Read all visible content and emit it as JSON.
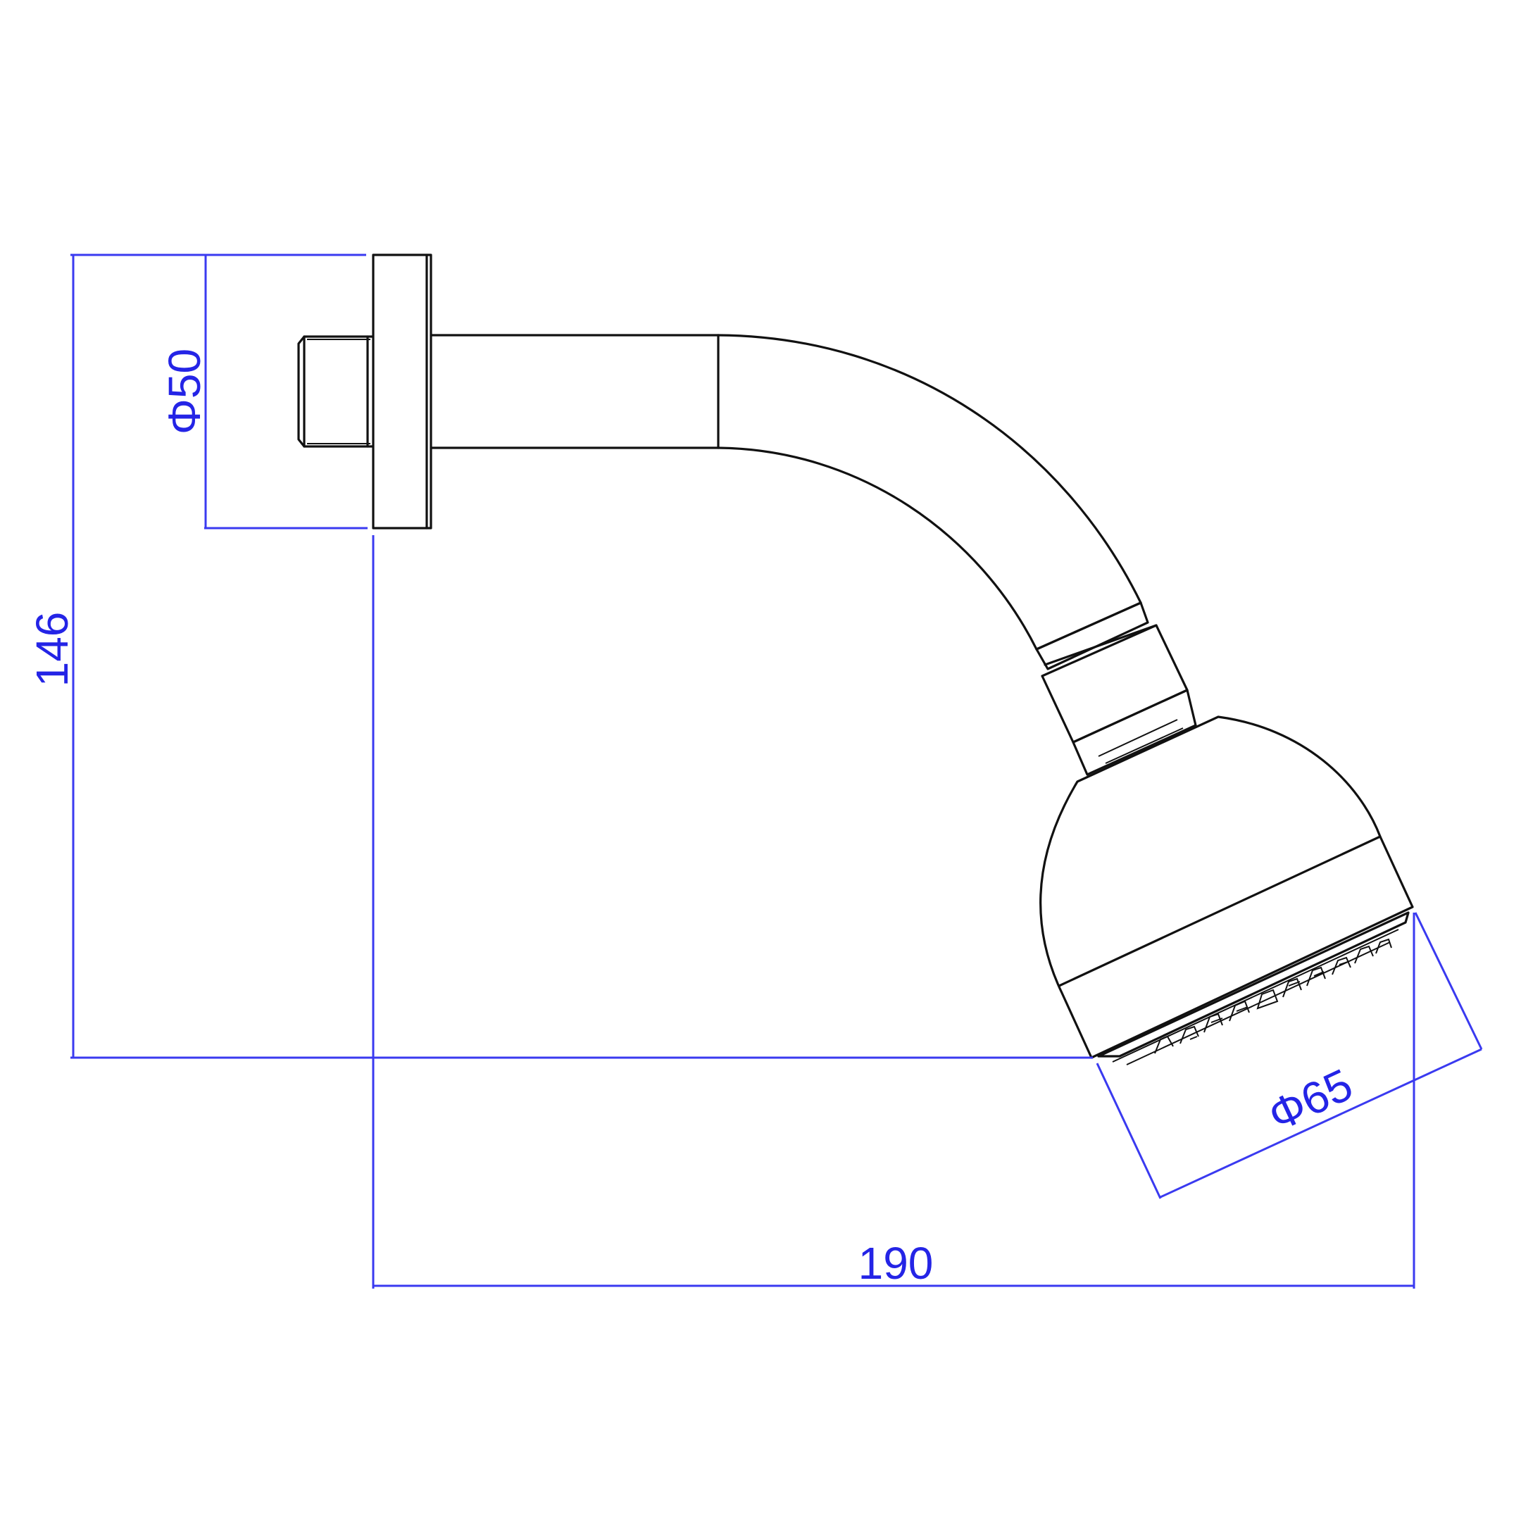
{
  "dimensions": {
    "overall_height": "146",
    "overall_width": "190",
    "flange_diameter": "Φ50",
    "head_diameter": "Φ65"
  },
  "colors": {
    "outline": "#111111",
    "dimension_line": "#3a3af0",
    "dimension_text": "#2424e6",
    "background": "#ffffff"
  }
}
